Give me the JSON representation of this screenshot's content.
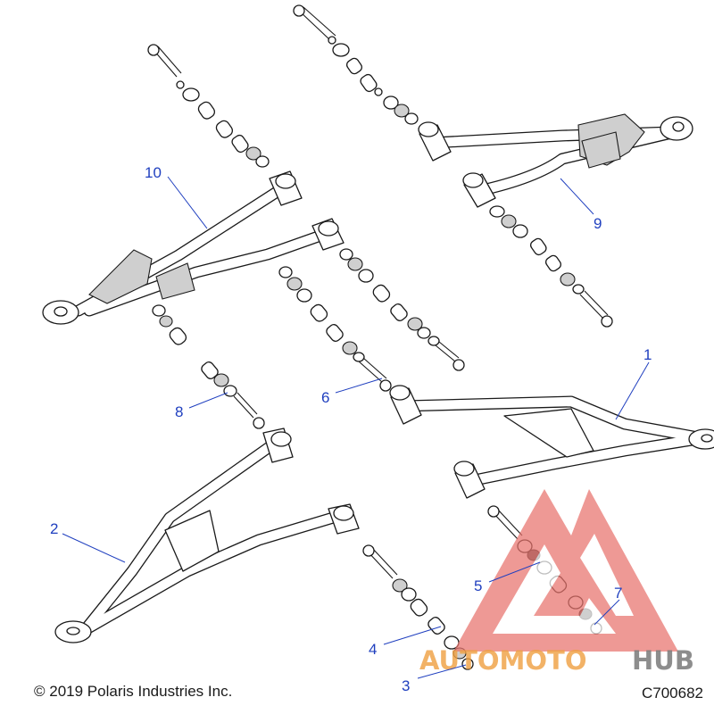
{
  "callouts": [
    {
      "id": "1",
      "label": "1"
    },
    {
      "id": "2",
      "label": "2"
    },
    {
      "id": "3",
      "label": "3"
    },
    {
      "id": "4",
      "label": "4"
    },
    {
      "id": "5",
      "label": "5"
    },
    {
      "id": "6",
      "label": "6"
    },
    {
      "id": "7",
      "label": "7"
    },
    {
      "id": "8",
      "label": "8"
    },
    {
      "id": "9",
      "label": "9"
    },
    {
      "id": "10",
      "label": "10"
    }
  ],
  "footer": {
    "copyright": "© 2019 Polaris Industries Inc.",
    "drawing_code": "C700682"
  },
  "watermark": {
    "text_part1": "AUTOMOTO",
    "text_part2": "HUB",
    "colors": {
      "red": "#e8736d",
      "orange": "#f0a040",
      "gray": "#7a7a7a"
    }
  },
  "colors": {
    "callout_blue": "#1f3fbf",
    "line": "#1a1a1a"
  },
  "icons": [
    "automotohub-logo-icon"
  ]
}
